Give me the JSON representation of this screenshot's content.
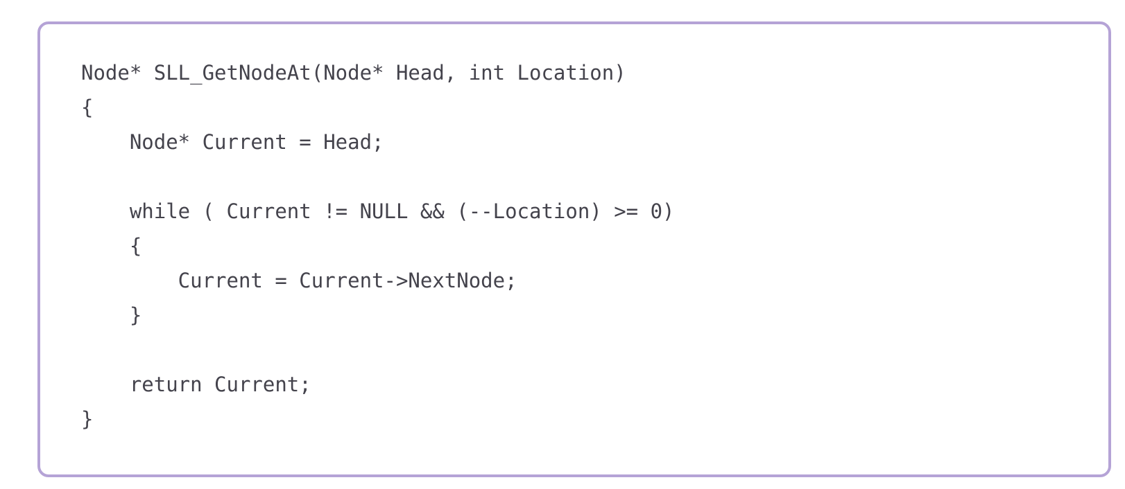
{
  "style": {
    "page_background": "#ffffff",
    "card_border_color": "#b5a3d6",
    "code_text_color": "#44434c"
  },
  "code_block": {
    "lines": [
      "Node* SLL_GetNodeAt(Node* Head, int Location)",
      "{",
      "    Node* Current = Head;",
      "",
      "    while ( Current != NULL && (--Location) >= 0)",
      "    {",
      "        Current = Current->NextNode;",
      "    }",
      "",
      "    return Current;",
      "}"
    ]
  }
}
